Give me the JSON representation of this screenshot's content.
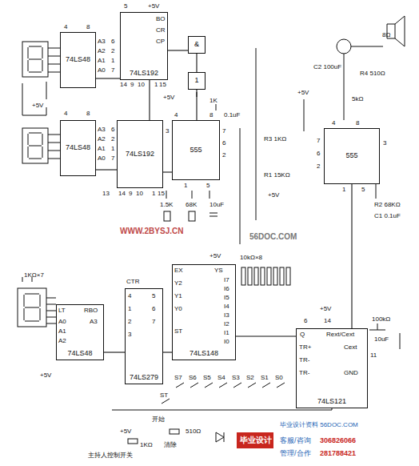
{
  "diagram": {
    "nodes": [
      {
        "text": [
          "74LS48"
        ]
      },
      {
        "text": [
          "74LS48"
        ]
      },
      {
        "text": [
          "74LS192"
        ]
      },
      {
        "text": [
          "74LS192"
        ]
      },
      {
        "text": [
          "555"
        ]
      },
      {
        "text": [
          "&"
        ]
      },
      {
        "text": [
          "1"
        ]
      },
      {
        "text": [
          "74LS279"
        ]
      },
      {
        "text": [
          "74LS148"
        ]
      },
      {
        "text": [
          "74LS48"
        ]
      },
      {
        "text": [
          "74LS121"
        ]
      },
      {
        "text": [
          "555"
        ]
      }
    ],
    "edges": [
      {
        "from": 2,
        "to": 0,
        "arrow": "none"
      },
      {
        "from": 3,
        "to": 1,
        "arrow": "none"
      },
      {
        "from": 2,
        "to": 3,
        "arrow": "none"
      },
      {
        "from": 4,
        "to": 3,
        "arrow": "none"
      },
      {
        "from": 2,
        "to": 5,
        "arrow": "none"
      },
      {
        "from": 5,
        "to": 6,
        "arrow": "none"
      },
      {
        "from": 6,
        "to": 4,
        "arrow": "none"
      },
      {
        "from": 8,
        "to": 7,
        "arrow": "none"
      },
      {
        "from": 7,
        "to": 9,
        "arrow": "none"
      },
      {
        "from": 10,
        "to": 11,
        "arrow": "none"
      },
      {
        "from": 8,
        "to": 10,
        "arrow": "none"
      }
    ],
    "labels": [
      "+5V",
      "4",
      "8",
      "A3",
      "A2",
      "A1",
      "A0",
      "6",
      "2",
      "1",
      "7",
      "4",
      "8",
      "A3",
      "A2",
      "A1",
      "A0",
      "6",
      "2",
      "1",
      "7",
      "5",
      "+5V",
      "BO",
      "CR",
      "CP",
      "14",
      "9",
      "10",
      "1",
      "15",
      "14",
      "9",
      "10",
      "1",
      "15",
      "13",
      "+5V",
      "1K",
      "0.1uF",
      "4",
      "8",
      "7",
      "6",
      "2",
      "3",
      "1",
      "5",
      "1.5K",
      "68K",
      "10uF",
      "4",
      "8",
      "3",
      "7",
      "6",
      "2",
      "1",
      "5",
      "R3 1KΩ",
      "R1 15KΩ",
      "R2 68KΩ",
      "C1 0.1uF",
      "5kΩ",
      "C2 100uF",
      "R4 510Ω",
      "8Ω",
      "+5V",
      "+5V",
      "6",
      "14",
      "Q",
      "TR+",
      "TR-",
      "TR-",
      "Rext/Cext",
      "Cext",
      "GND",
      "100kΩ",
      "10uF",
      "11",
      "+5V",
      "CTR",
      "4",
      "1",
      "2",
      "3",
      "5",
      "6",
      "7",
      "EX",
      "YS",
      "Y2",
      "Y1",
      "Y0",
      "I7",
      "I6",
      "I5",
      "I4",
      "I3",
      "I2",
      "I1",
      "I0",
      "ST",
      "10kΩ×8",
      "+5V",
      "S7",
      "S6",
      "S5",
      "S4",
      "S3",
      "S2",
      "S1",
      "S0",
      "ST",
      "LT",
      "RBO",
      "A0",
      "A1",
      "A2",
      "A3",
      "1KΩ×7",
      "+5V",
      "+5V",
      "1KΩ",
      "510Ω",
      "开始",
      "清除",
      "主持人控制开关",
      "WWW.2BYSJ.CN",
      "56DOC.COM",
      "毕业设计",
      "毕业设计资料 56DOC.COM",
      "客服/咨询",
      "306826066",
      "管理/合作",
      "281788421"
    ]
  }
}
